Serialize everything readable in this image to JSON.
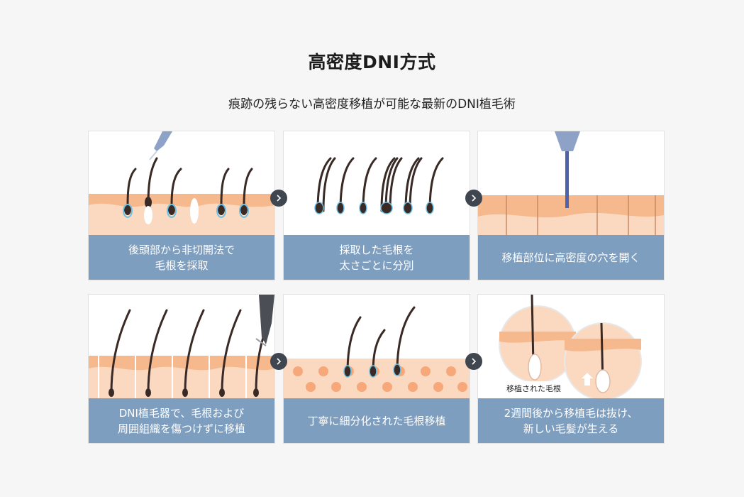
{
  "header": {
    "title": "高密度DNI方式",
    "subtitle": "痕跡の残らない高密度移植が可能な最新のDNI植毛術"
  },
  "steps": [
    {
      "caption": "後頭部から非切開法で\n毛根を採取"
    },
    {
      "caption": "採取した毛根を\n太さごとに分別"
    },
    {
      "caption": "移植部位に高密度の穴を開く"
    },
    {
      "caption": "DNI植毛器で、毛根および\n周囲組織を傷つけずに移植"
    },
    {
      "caption": "丁寧に細分化された毛根移植"
    },
    {
      "caption": "2週間後から移植毛は抜け、\n新しい毛髪が生える",
      "tag": "移植された毛根"
    }
  ],
  "icons": {
    "step_arrow": "chevron-right-icon"
  },
  "colors": {
    "caption_bg": "#7e9ebf",
    "skin": "#f6b98e",
    "skin_light": "#fbd9c1",
    "hair": "#3a2a26",
    "tool": "#8ea2c8",
    "arrow_bg": "#3f4650"
  }
}
